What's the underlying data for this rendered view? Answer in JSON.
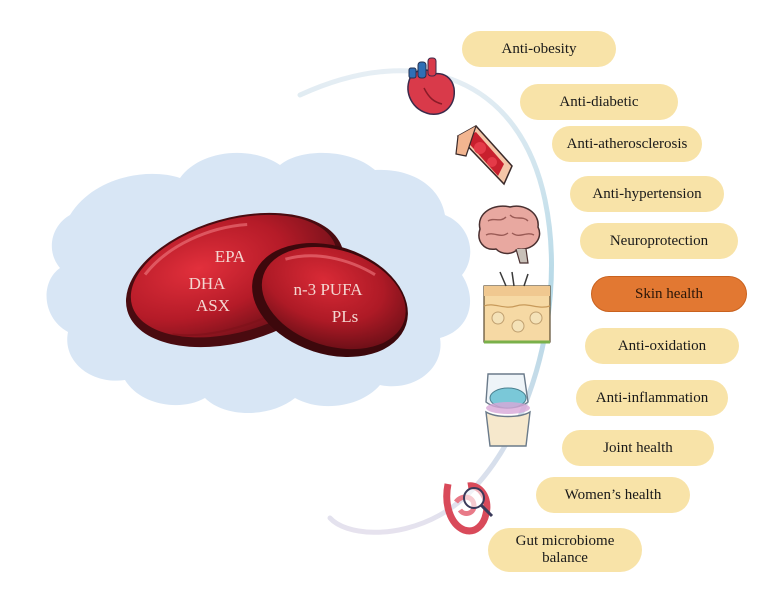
{
  "capsules": {
    "left": {
      "lines": [
        "EPA",
        "DHA",
        "ASX"
      ]
    },
    "right": {
      "lines": [
        "n-3 PUFA",
        "PLs"
      ]
    }
  },
  "benefits": [
    {
      "label": "Anti-obesity",
      "icon": "heart-icon",
      "highlight": false
    },
    {
      "label": "Anti-diabetic",
      "icon": null,
      "highlight": false
    },
    {
      "label": "Anti-atherosclerosis",
      "icon": "blood-vessel-icon",
      "highlight": false
    },
    {
      "label": "Anti-hypertension",
      "icon": null,
      "highlight": false
    },
    {
      "label": "Neuroprotection",
      "icon": "brain-icon",
      "highlight": false
    },
    {
      "label": "Skin health",
      "icon": "skin-icon",
      "highlight": true
    },
    {
      "label": "Anti-oxidation",
      "icon": null,
      "highlight": false
    },
    {
      "label": "Anti-inflammation",
      "icon": "knee-joint-icon",
      "highlight": false
    },
    {
      "label": "Joint health",
      "icon": null,
      "highlight": false
    },
    {
      "label": "Women’s health",
      "icon": "intestine-icon",
      "highlight": false
    },
    {
      "label_lines": [
        "Gut microbiome",
        "balance"
      ],
      "icon": null,
      "highlight": false
    }
  ],
  "colors": {
    "cloud": "#d8e6f5",
    "pill": "#f8e3a8",
    "pill_highlight": "#e27832",
    "capsule": "#b81e2a",
    "capsule_dark": "#5a0e14",
    "arc": "#bcdde8"
  }
}
